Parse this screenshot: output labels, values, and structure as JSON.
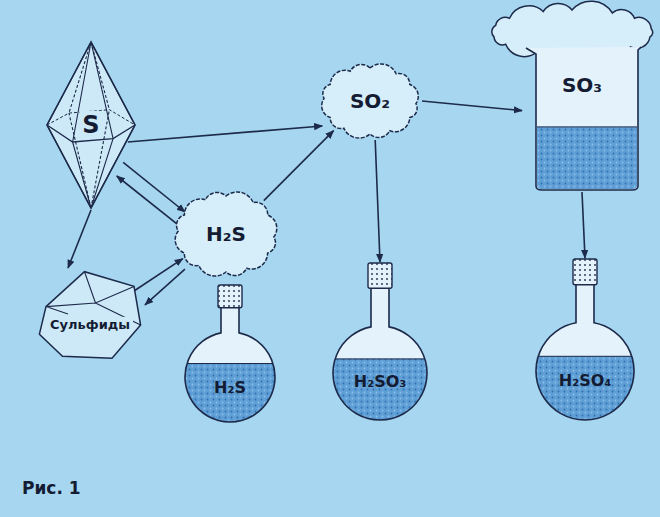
{
  "diagram": {
    "nodes": [
      {
        "text": [
          "S"
        ]
      },
      {
        "text": [
          "SO₂"
        ]
      },
      {
        "text": [
          "SO₃"
        ]
      },
      {
        "text": [
          "H₂S"
        ]
      },
      {
        "text": [
          "Сульфиды"
        ]
      },
      {
        "text": [
          "H₂S"
        ]
      },
      {
        "text": [
          "H₂SO₃"
        ]
      },
      {
        "text": [
          "H₂SO₄"
        ]
      }
    ],
    "edges": [
      {
        "from": 0,
        "to": 1,
        "arrow": "to"
      },
      {
        "from": 1,
        "to": 2,
        "arrow": "to"
      },
      {
        "from": 0,
        "to": 3,
        "arrow": "to"
      },
      {
        "from": 3,
        "to": 0,
        "arrow": "to"
      },
      {
        "from": 0,
        "to": 4,
        "arrow": "to"
      },
      {
        "from": 4,
        "to": 3,
        "arrow": "to"
      },
      {
        "from": 3,
        "to": 4,
        "arrow": "to"
      },
      {
        "from": 3,
        "to": 1,
        "arrow": "to"
      },
      {
        "from": 1,
        "to": 6,
        "arrow": "to"
      },
      {
        "from": 2,
        "to": 7,
        "arrow": "to"
      }
    ],
    "labels": [
      "Рис. 1"
    ]
  }
}
